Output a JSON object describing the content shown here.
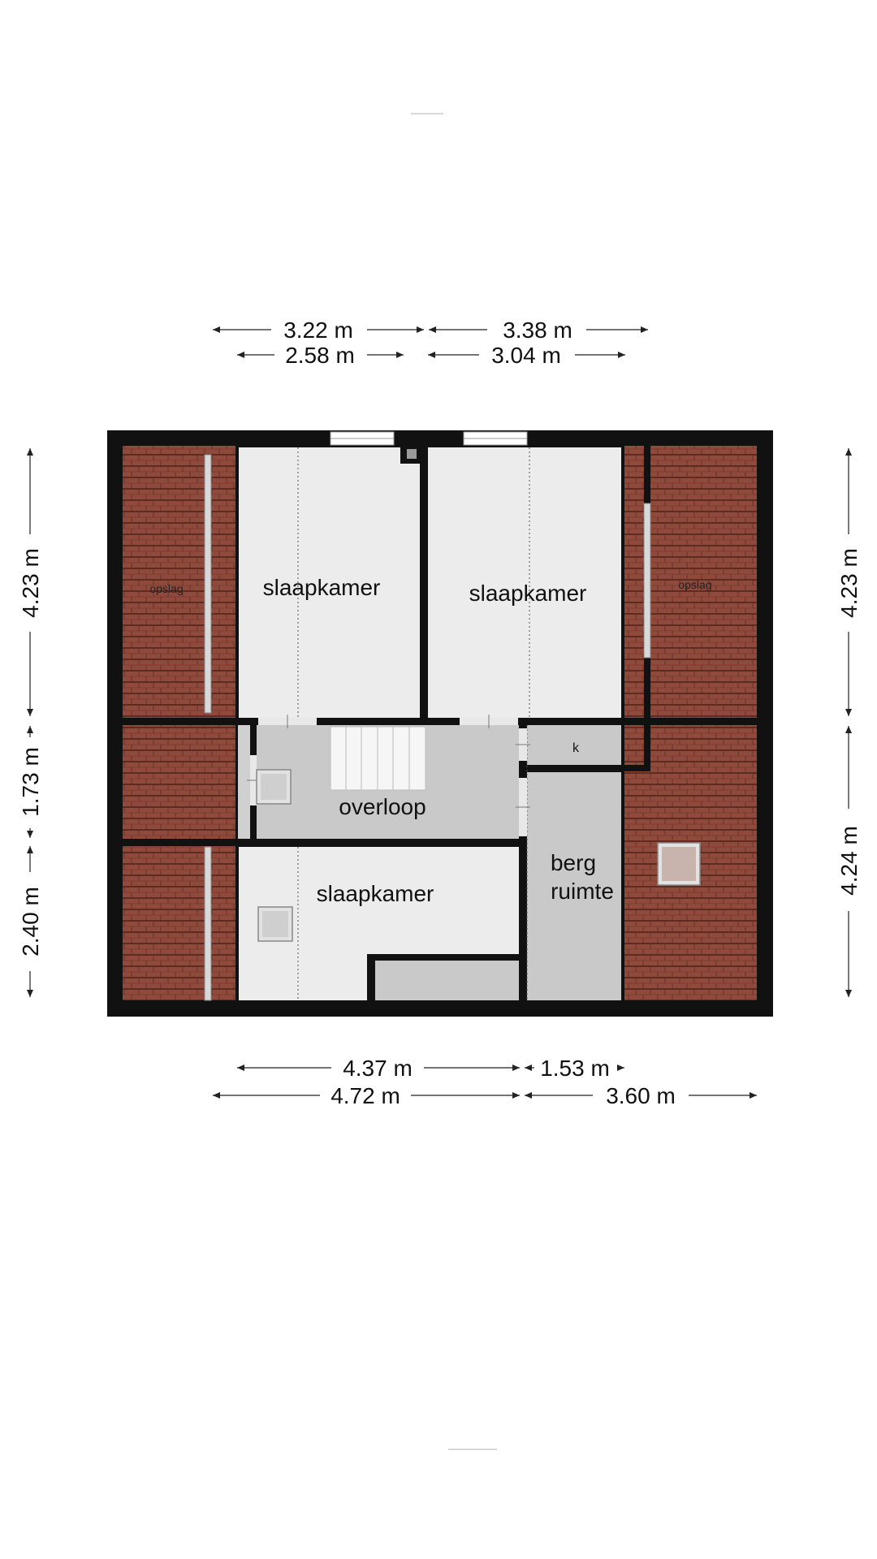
{
  "colors": {
    "wall": "#111111",
    "roof_tile": "#8f4a3c",
    "roof_tile_line": "#5e2b22",
    "room_light": "#ececec",
    "room_grey": "#c9c9c9",
    "stair": "#f6f6f6"
  },
  "rooms": {
    "bedroom_1": "slaapkamer",
    "bedroom_2": "slaapkamer",
    "bedroom_3": "slaapkamer",
    "landing": "overloop",
    "storage_line_1": "berg",
    "storage_line_2": "ruimte",
    "closet": "k",
    "attic_storage_left": "opslag",
    "attic_storage_right": "opslag"
  },
  "dimensions": {
    "top_outer_left": "3.22 m",
    "top_outer_right": "3.38 m",
    "top_inner_left": "2.58 m",
    "top_inner_right": "3.04 m",
    "bottom_upper_left": "4.37 m",
    "bottom_upper_right": "1.53 m",
    "bottom_lower_left": "4.72 m",
    "bottom_lower_right": "3.60 m",
    "left_top": "4.23 m",
    "left_middle": "1.73 m",
    "left_bottom": "2.40 m",
    "right_top": "4.23 m",
    "right_bottom": "4.24 m"
  },
  "icons": {
    "stair": "staircase-icon",
    "skylight": "skylight-icon",
    "window": "window-icon"
  }
}
